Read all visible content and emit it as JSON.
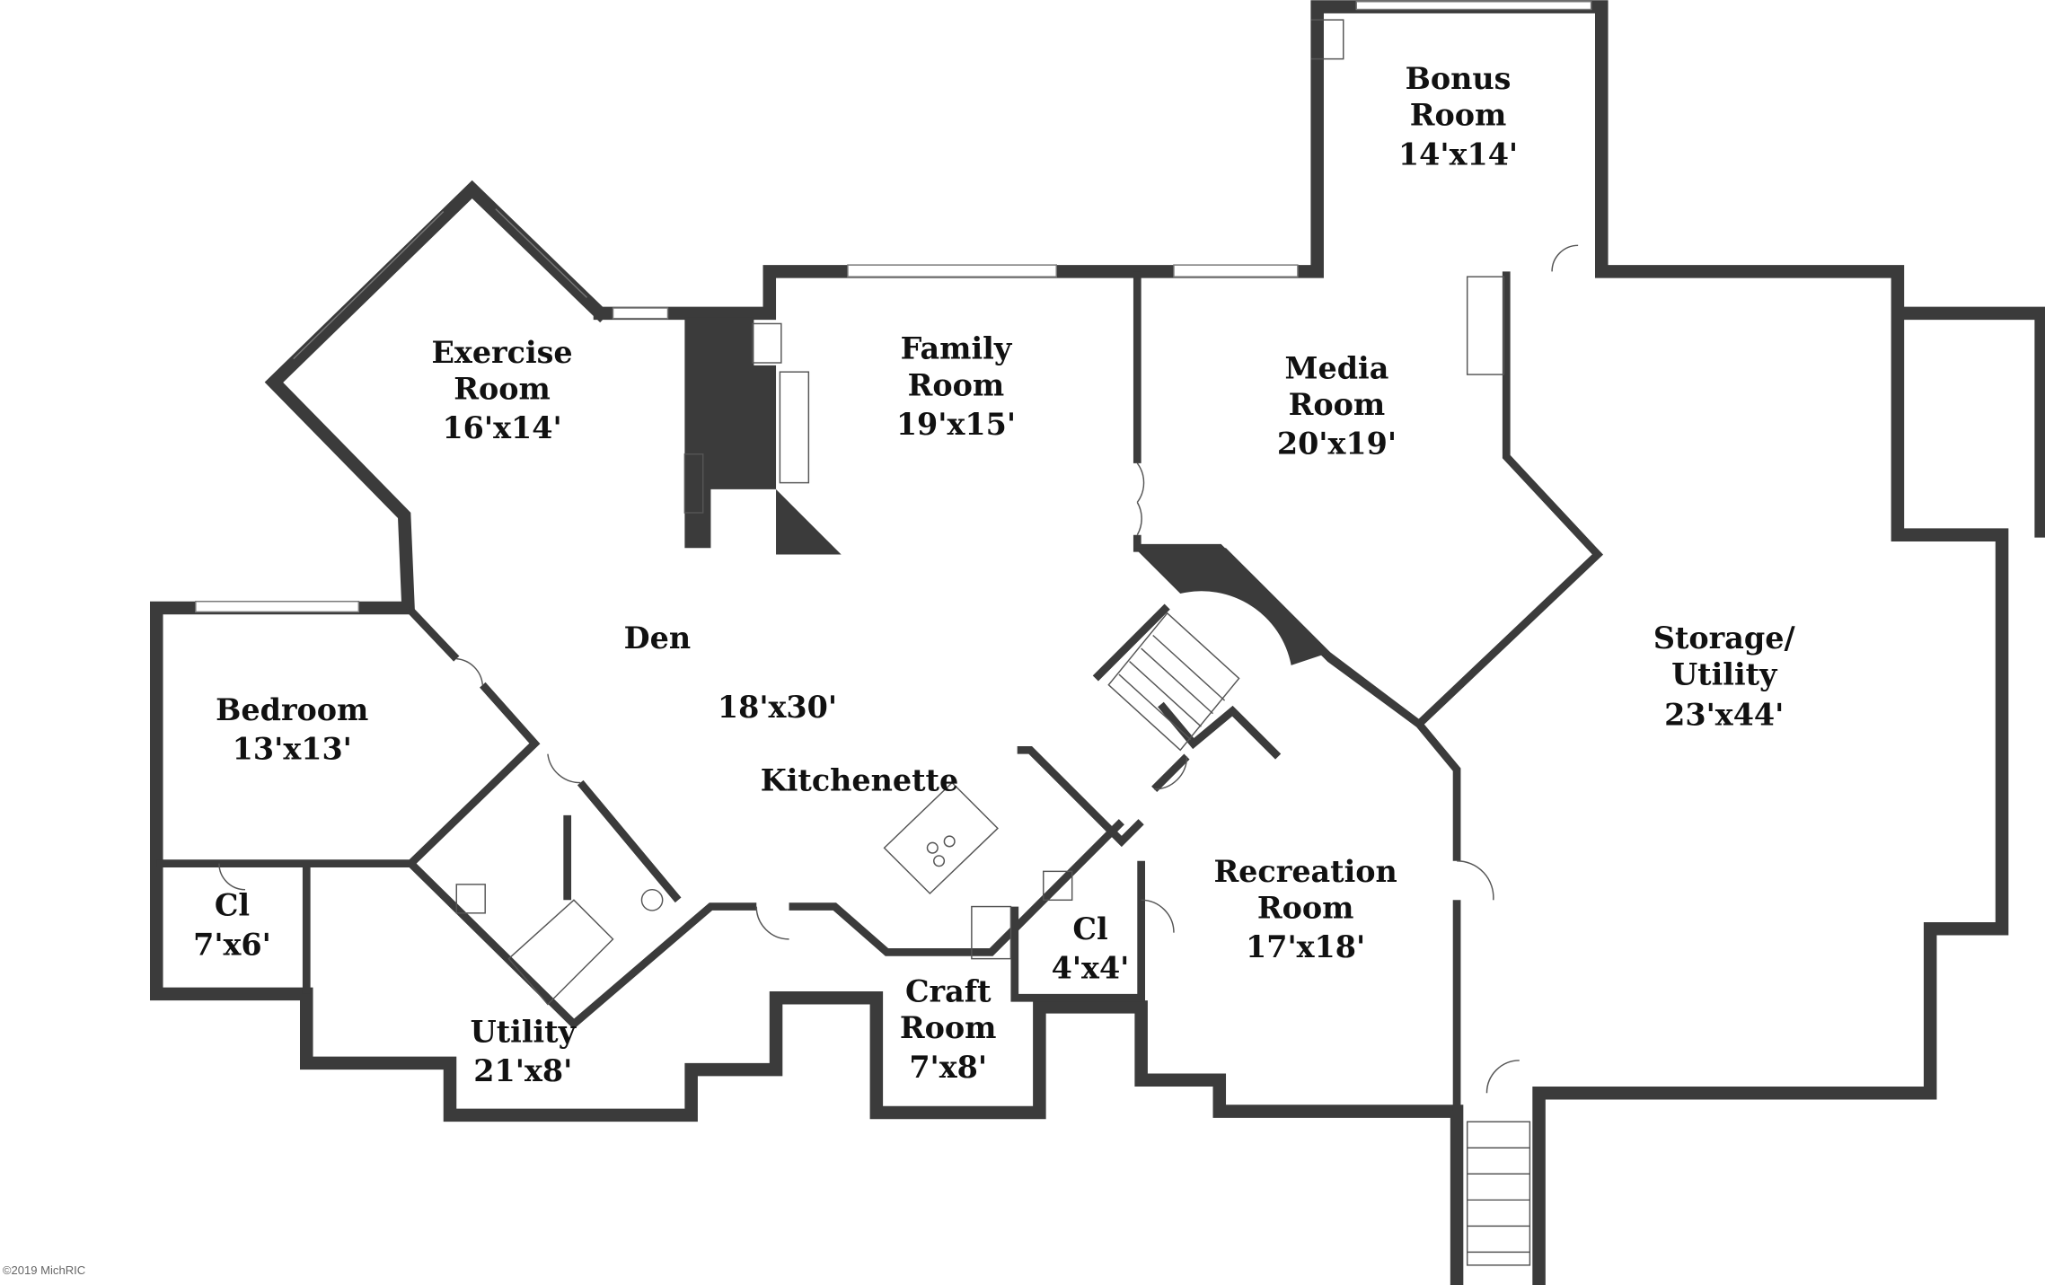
{
  "rooms": [
    {
      "name": "Bonus",
      "name2": "Room",
      "size": "14'x14'"
    },
    {
      "name": "Exercise",
      "name2": "Room",
      "size": "16'x14'"
    },
    {
      "name": "Family",
      "name2": "Room",
      "size": "19'x15'"
    },
    {
      "name": "Media",
      "name2": "Room",
      "size": "20'x19'"
    },
    {
      "name": "Storage/",
      "name2": "Utility",
      "size": "23'x44'"
    },
    {
      "name": "Den",
      "size": "18'x30'"
    },
    {
      "name": "Bedroom",
      "size": "13'x13'"
    },
    {
      "name": "Kitchenette"
    },
    {
      "name": "Recreation",
      "name2": "Room",
      "size": "17'x18'"
    },
    {
      "name": "Cl",
      "size": "7'x6'"
    },
    {
      "name": "Cl",
      "size": "4'x4'"
    },
    {
      "name": "Craft",
      "name2": "Room",
      "size": "7'x8'"
    },
    {
      "name": "Utility",
      "size": "21'x8'"
    }
  ],
  "copyright": "©2019 MichRIC",
  "colors": {
    "wall": "#3b3b3b",
    "background": "#ffffff"
  }
}
